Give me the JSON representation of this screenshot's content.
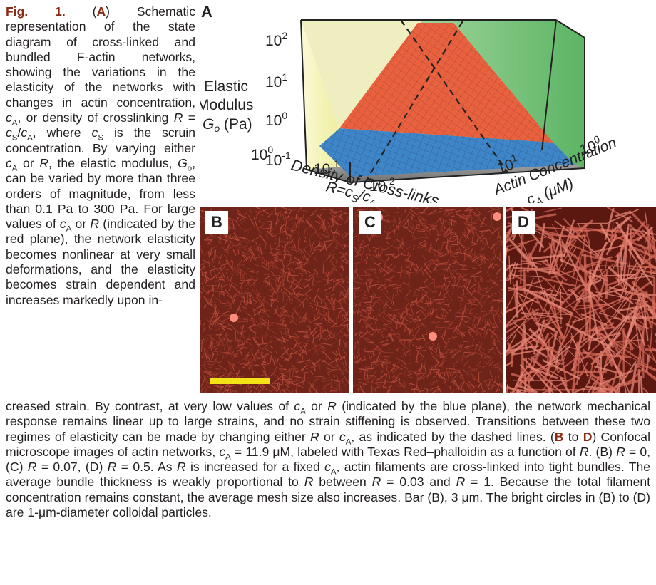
{
  "caption": {
    "fig_label": "Fig. 1.",
    "part1": {
      "t01": "(",
      "t02": "A",
      "t03": ") Schematic representation of the state diagram of cross-linked and bundled F-actin networks, showing the variations in the elasticity of the networks with changes in actin concentration,",
      "t04": "c",
      "t05": "A",
      "t06": ", or density of crosslinking",
      "t07": "R",
      "t08": " = ",
      "t09": "c",
      "t10": "S",
      "t11": "/",
      "t12": "c",
      "t13": "A",
      "t14": ", where",
      "t15": "c",
      "t16": "S",
      "t17": " is the scruin concentration. By varying either",
      "t18": "c",
      "t19": "A",
      "t20": "or",
      "t21": "R",
      "t22": ", the elastic modulus,",
      "t23": "G",
      "t24": "o",
      "t25": ", can be varied by more than three orders of magnitude, from less than 0.1 Pa to 300 Pa. For large values of",
      "t26": "c",
      "t27": "A",
      "t28": "or",
      "t29": "R",
      "t30": "(indicated by the red plane), the network elasticity becomes nonlinear at very small deformations, and the elasticity becomes strain dependent and increases markedly upon in-"
    },
    "part2": {
      "u01": "creased strain. By contrast, at very low values of",
      "u02": "c",
      "u03": "A",
      "u04": "or",
      "u05": "R",
      "u06": "(indicated by the blue plane), the network mechanical response remains linear up to large strains, and no strain stiffening is observed. Transitions between these two regimes of elasticity can be made by changing either",
      "u07": "R",
      "u08": "or",
      "u09": "c",
      "u10": "A",
      "u11": ", as indicated by the dashed lines. (",
      "u12": "B",
      "u13": "to",
      "u14": "D",
      "u15": ") Confocal microscope images of actin networks,",
      "u16": "c",
      "u17": "A",
      "u18": " = 11.9 μM, labeled with Texas Red–phalloidin as a function of",
      "u19": "R",
      "u20": ". (B)",
      "u21": "R",
      "u22": " = 0, (C)",
      "u23": "R",
      "u24": " = 0.07, (D)",
      "u25": "R",
      "u26": " = 0.5. As",
      "u27": "R",
      "u28": " is increased for a fixed",
      "u29": "c",
      "u30": "A",
      "u31": ", actin filaments are cross-linked into tight bundles. The average bundle thickness is weakly proportional to",
      "u32": "R",
      "u33": "between",
      "u34": "R",
      "u35": " = 0.03 and",
      "u36": "R",
      "u37": " = 1. Because the total filament concentration remains constant, the average mesh size also increases. Bar (B), 3 μm. The bright circles in (B) to (D) are 1-μm-diameter colloidal particles."
    }
  },
  "panel_a": {
    "label": "A",
    "y_label_1": "Elastic",
    "y_label_2": "Modulus",
    "y_label_3_sym": "G",
    "y_label_3_sub": "o",
    "y_label_3_unit": " (Pa)",
    "y_ticks": [
      {
        "base": "10",
        "exp": "2"
      },
      {
        "base": "10",
        "exp": "1"
      },
      {
        "base": "10",
        "exp": "0"
      },
      {
        "base": "10",
        "exp": "-1"
      }
    ],
    "r_ticks": [
      {
        "base": "10",
        "exp": "0"
      },
      {
        "base": "10",
        "exp": "-1"
      },
      {
        "base": "10",
        "exp": "-2"
      }
    ],
    "r_label_1": "Density of Cross-links",
    "r_label_2_a": "R=c",
    "r_label_2_b": "S",
    "r_label_2_c": "/c",
    "r_label_2_d": "A",
    "c_ticks": [
      {
        "base": "10",
        "exp": "1"
      },
      {
        "base": "10",
        "exp": "0"
      }
    ],
    "c_label_1": "Actin Concentration",
    "c_label_2_a": "c",
    "c_label_2_b": "A",
    "c_label_2_c": " (μM)",
    "colors": {
      "red_plane": "#e8623f",
      "blue_plane": "#3f86c8",
      "green_wall": "#6fbf73",
      "yellow_wall": "#f2ef9c"
    }
  },
  "panels": [
    {
      "label": "B"
    },
    {
      "label": "C"
    },
    {
      "label": "D"
    }
  ],
  "scale_bar_color": "#f3e217"
}
